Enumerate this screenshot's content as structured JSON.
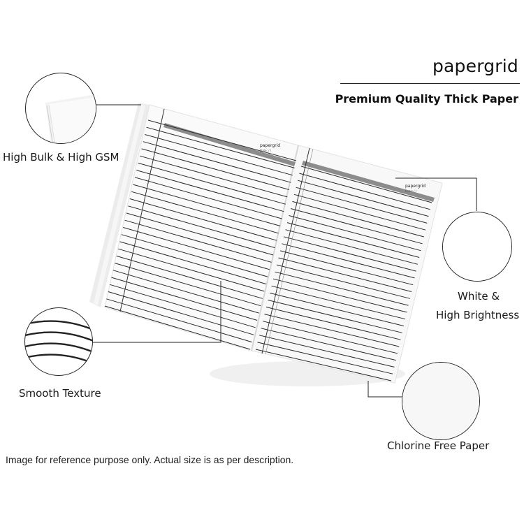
{
  "brand": {
    "name": "papergrid",
    "tagline": "Premium Quality Thick Paper"
  },
  "notebook": {
    "page_logo_left": "papergrid",
    "page_logo_right": "papergrid",
    "date_text_left": "Date:  /  /",
    "date_text_right": "Date:  /  /"
  },
  "features": [
    {
      "id": "bulk",
      "label": "High Bulk & High GSM",
      "icon": "paper-stack-icon"
    },
    {
      "id": "texture",
      "label": "Smooth Texture",
      "icon": "ruled-lines-icon"
    },
    {
      "id": "white",
      "label_line1": "White &",
      "label_line2": "High Brightness",
      "icon": "blank-white-icon"
    },
    {
      "id": "chlorine",
      "label": "Chlorine Free Paper",
      "icon": "paper-corner-icon"
    }
  ],
  "disclaimer": "Image for reference purpose only. Actual size is as per description.",
  "colors": {
    "line": "#222222",
    "page": "#f7f7f7",
    "shadow": "#e9e9e9",
    "header_band": "#8c8c8c"
  }
}
